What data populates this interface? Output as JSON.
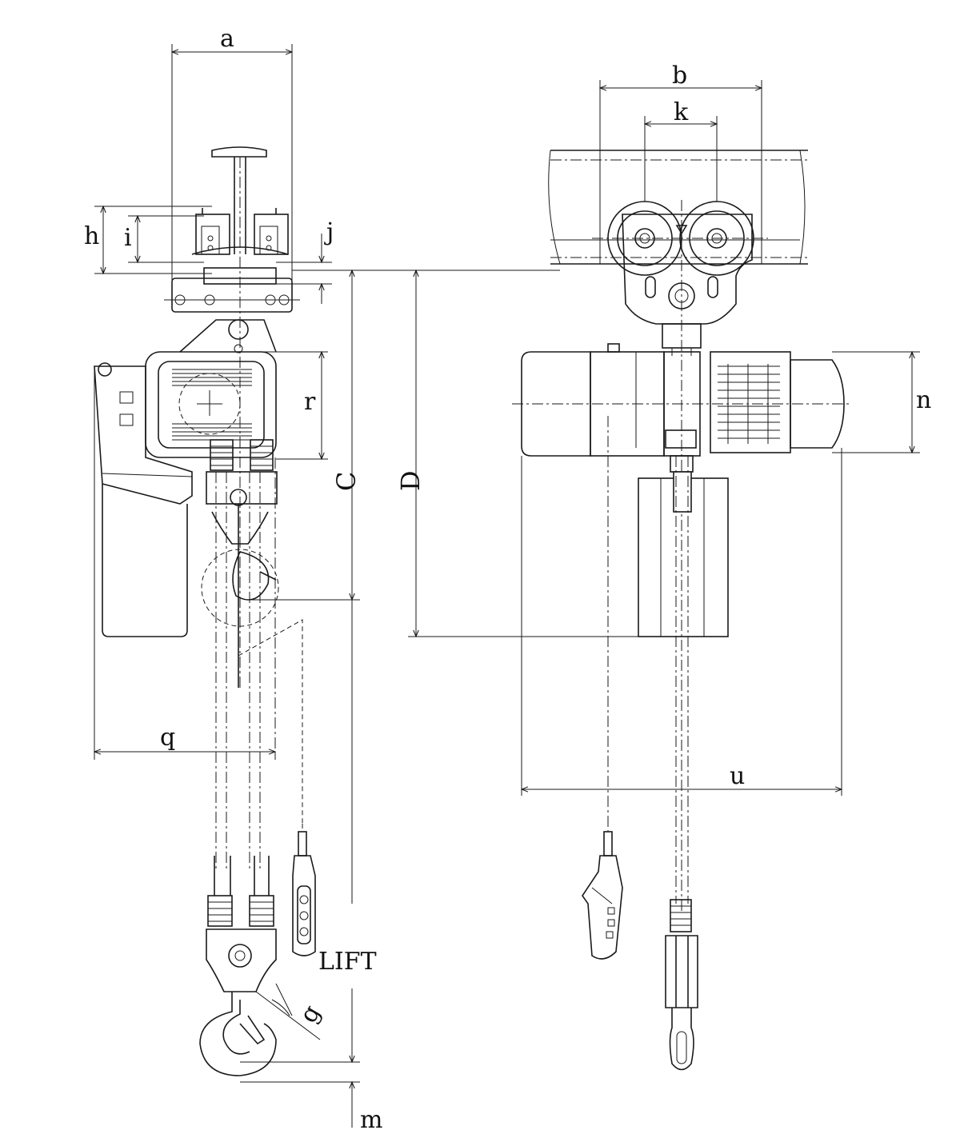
{
  "labels": {
    "a": "a",
    "b": "b",
    "k": "k",
    "h": "h",
    "i": "i",
    "j": "j",
    "r": "r",
    "n": "n",
    "C": "C",
    "D": "D",
    "q": "q",
    "u": "u",
    "m": "m",
    "g": "g",
    "lift": "LIFT"
  },
  "colors": {
    "line": "#1a1a1a",
    "background": "#ffffff"
  }
}
